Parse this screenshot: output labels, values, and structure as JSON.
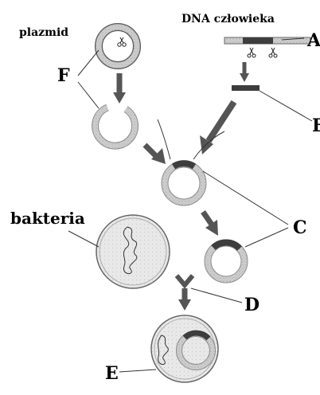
{
  "labels": {
    "plasmid": "plazmid",
    "human_dna": "DNA człowieka",
    "bacterium": "bakteria",
    "A": "A",
    "B": "B",
    "C": "C",
    "D": "D",
    "E": "E",
    "F": "F"
  },
  "icons": {
    "cutter": "scissors-icon",
    "arrow": "arrow-icon"
  },
  "colors": {
    "ring": "#9a9a9a",
    "ring_fill": "#d7d7d7",
    "dark": "#3d3d3d",
    "ink": "#000000"
  }
}
